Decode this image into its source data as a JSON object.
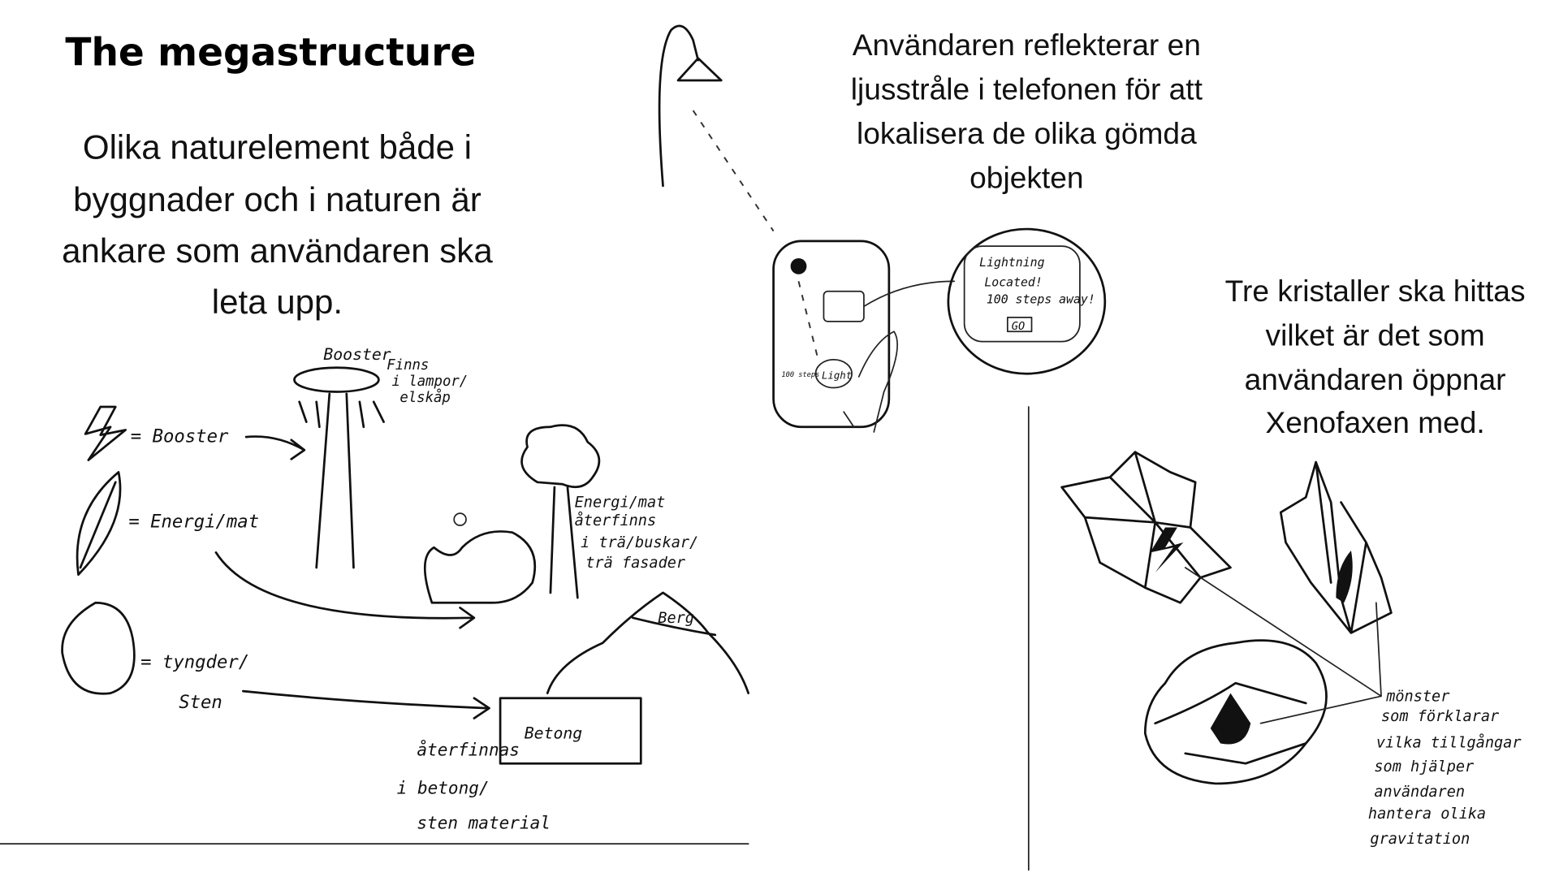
{
  "title": "The megastructure",
  "intro_lines": [
    "Olika naturelement både i",
    "byggnader och i naturen är",
    "ankare som användaren ska",
    "leta upp."
  ],
  "phone_caption_lines": [
    "Användaren reflekterar en",
    "ljusstråle i telefonen för att",
    "lokalisera de olika gömda",
    "objekten"
  ],
  "crystal_caption_lines": [
    "Tre kristaller ska hittas",
    "vilket är det som",
    "användaren öppnar",
    "Xenofaxen med."
  ],
  "legend": {
    "booster": "= Booster",
    "energy": "= Energi/mat",
    "weight_lines": [
      "= tyngder/",
      "Sten"
    ]
  },
  "lamp_labels": {
    "booster": "Booster",
    "finns_lines": [
      "Finns",
      "i lampor/",
      "elskåp"
    ]
  },
  "tree_note_lines": [
    "Energi/mat",
    "återfinns",
    "i trä/buskar/",
    "trä fasader"
  ],
  "berg": "Berg",
  "betong": "Betong",
  "betong_note_lines": [
    "återfinnas",
    "i betong/",
    "sten material"
  ],
  "phone_sketch": {
    "steps": "100 steps",
    "light_button": "Light"
  },
  "popup": {
    "lines": [
      "Lightning",
      "Located!",
      "100 steps away!"
    ],
    "go": "GO"
  },
  "monster_note_lines": [
    "mönster",
    "som förklarar",
    "vilka tillgångar",
    "som hjälper",
    "användaren",
    "hantera olika",
    "gravitation"
  ]
}
